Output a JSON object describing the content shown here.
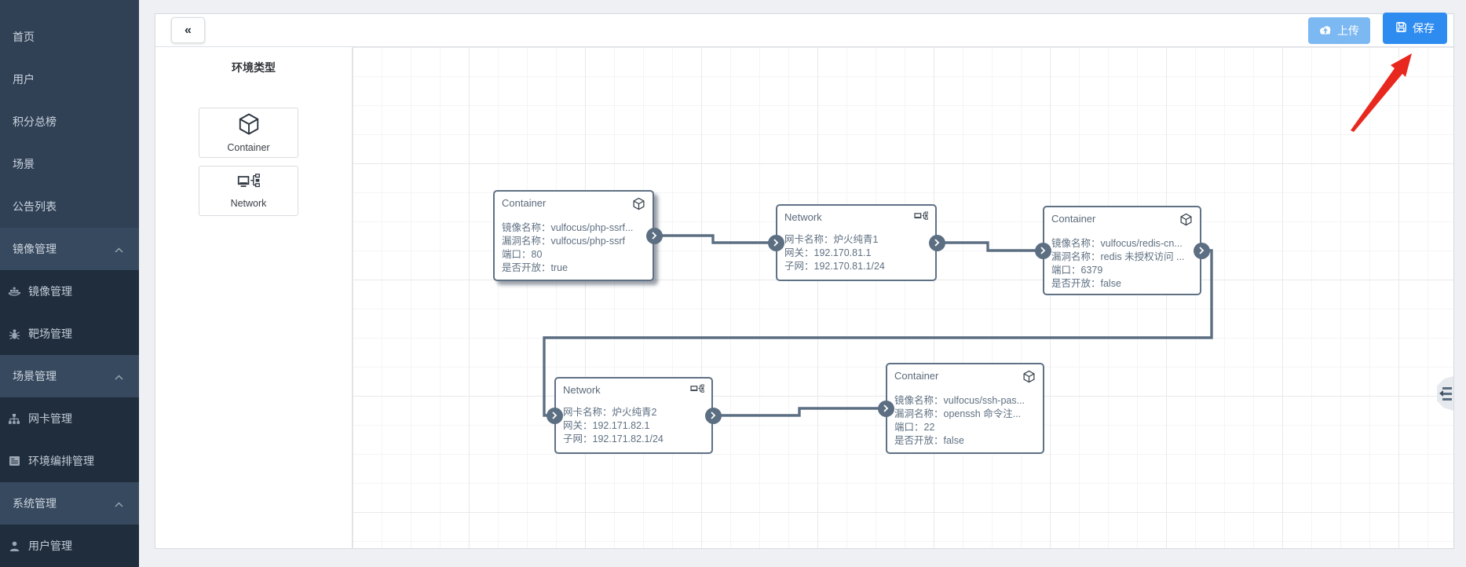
{
  "sidebar": {
    "items": [
      {
        "label": "首页",
        "kind": "item",
        "icon": "home-icon"
      },
      {
        "label": "用户",
        "kind": "item",
        "icon": "user-icon"
      },
      {
        "label": "积分总榜",
        "kind": "item",
        "icon": "rank-icon"
      },
      {
        "label": "场景",
        "kind": "item",
        "icon": "scene-icon"
      },
      {
        "label": "公告列表",
        "kind": "item",
        "icon": "notice-icon"
      },
      {
        "label": "镜像管理",
        "kind": "group",
        "icon": "chevron-up-icon",
        "expanded": true
      },
      {
        "label": "镜像管理",
        "kind": "sub",
        "icon": "docker-icon"
      },
      {
        "label": "靶场管理",
        "kind": "sub",
        "icon": "bug-icon"
      },
      {
        "label": "场景管理",
        "kind": "group",
        "icon": "chevron-up-icon",
        "expanded": true
      },
      {
        "label": "网卡管理",
        "kind": "sub",
        "icon": "sitemap-icon"
      },
      {
        "label": "环境编排管理",
        "kind": "sub",
        "icon": "form-icon"
      },
      {
        "label": "系统管理",
        "kind": "group",
        "icon": "chevron-up-icon",
        "expanded": true
      },
      {
        "label": "用户管理",
        "kind": "sub",
        "icon": "person-icon"
      }
    ]
  },
  "toolbar": {
    "collapse_glyph": "«",
    "upload_label": "上传",
    "upload_icon": "cloud-upload-icon",
    "save_label": "保存",
    "save_icon": "floppy-save-icon"
  },
  "palette": {
    "title": "环境类型",
    "items": [
      {
        "label": "Container",
        "icon": "cube-icon"
      },
      {
        "label": "Network",
        "icon": "network-icon"
      }
    ]
  },
  "canvas": {
    "nodes": [
      {
        "title": "Container",
        "icon": "cube-icon",
        "selected": true,
        "fields": [
          "镜像名称：vulfocus/php-ssrf...",
          "漏洞名称：vulfocus/php-ssrf",
          "端口：80",
          "是否开放：true"
        ]
      },
      {
        "title": "Network",
        "icon": "network-icon",
        "selected": false,
        "fields": [
          "网卡名称：炉火纯青1",
          "网关：192.170.81.1",
          "子网：192.170.81.1/24"
        ]
      },
      {
        "title": "Container",
        "icon": "cube-icon",
        "selected": false,
        "fields": [
          "镜像名称：vulfocus/redis-cn...",
          "漏洞名称：redis 未授权访问 ...",
          "端口：6379",
          "是否开放：false"
        ]
      },
      {
        "title": "Network",
        "icon": "network-icon",
        "selected": false,
        "fields": [
          "网卡名称：炉火纯青2",
          "网关：192.171.82.1",
          "子网：192.171.82.1/24"
        ]
      },
      {
        "title": "Container",
        "icon": "cube-icon",
        "selected": false,
        "fields": [
          "镜像名称：vulfocus/ssh-pas...",
          "漏洞名称：openssh 命令注...",
          "端口：22",
          "是否开放：false"
        ]
      }
    ],
    "connections": [
      {
        "from": 0,
        "to": 1
      },
      {
        "from": 1,
        "to": 2
      },
      {
        "from": 2,
        "to": 3
      },
      {
        "from": 3,
        "to": 4
      }
    ]
  },
  "colors": {
    "save_button": "#2e8cf0",
    "upload_button": "#7cb8f2",
    "wire": "#5c6e82",
    "annotation_arrow": "#e8281e",
    "sidebar_bg": "#304156",
    "sidebar_sub_bg": "#1f2d3d"
  }
}
